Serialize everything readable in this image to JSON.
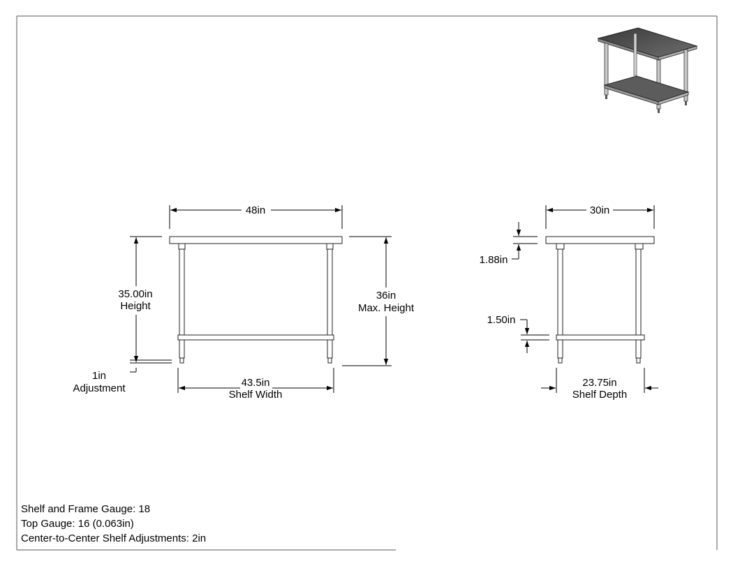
{
  "front_view": {
    "width_label": "48in",
    "height_value": "35.00in",
    "height_caption": "Height",
    "max_height_value": "36in",
    "max_height_caption": "Max. Height",
    "adjust_value": "1in",
    "adjust_caption": "Adjustment",
    "shelf_width_value": "43.5in",
    "shelf_width_caption": "Shelf Width"
  },
  "side_view": {
    "depth_label": "30in",
    "top_thickness": "1.88in",
    "shelf_thickness": "1.50in",
    "shelf_depth_value": "23.75in",
    "shelf_depth_caption": "Shelf Depth"
  },
  "notes": [
    "Shelf and Frame Gauge: 18",
    "Top Gauge: 16 (0.063in)",
    "Center-to-Center Shelf Adjustments: 2in"
  ]
}
